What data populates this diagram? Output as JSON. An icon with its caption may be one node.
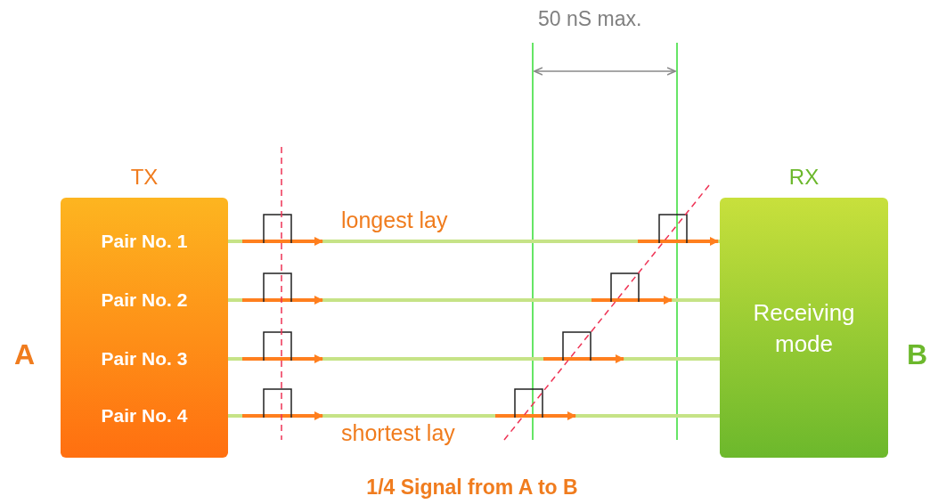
{
  "diagram": {
    "caption": "1/4 Signal from A to B",
    "nodes": [
      {
        "text": [
          "TX"
        ]
      },
      {
        "text": [
          "Pair No. 1"
        ],
        "in": 0
      },
      {
        "text": [
          "Pair No. 2"
        ],
        "in": 0
      },
      {
        "text": [
          "Pair No. 3"
        ],
        "in": 0
      },
      {
        "text": [
          "Pair No. 4"
        ],
        "in": 0
      },
      {
        "text": [
          "RX",
          "Receiving mode"
        ]
      }
    ],
    "edges": [
      {
        "from": 1,
        "to": 5,
        "arrow": "none"
      },
      {
        "from": 2,
        "to": 5,
        "arrow": "none"
      },
      {
        "from": 3,
        "to": 5,
        "arrow": "none"
      },
      {
        "from": 4,
        "to": 5,
        "arrow": "none"
      }
    ],
    "labels": [
      "50 nS max.",
      "longest lay",
      "A",
      "B",
      "shortest lay"
    ]
  }
}
